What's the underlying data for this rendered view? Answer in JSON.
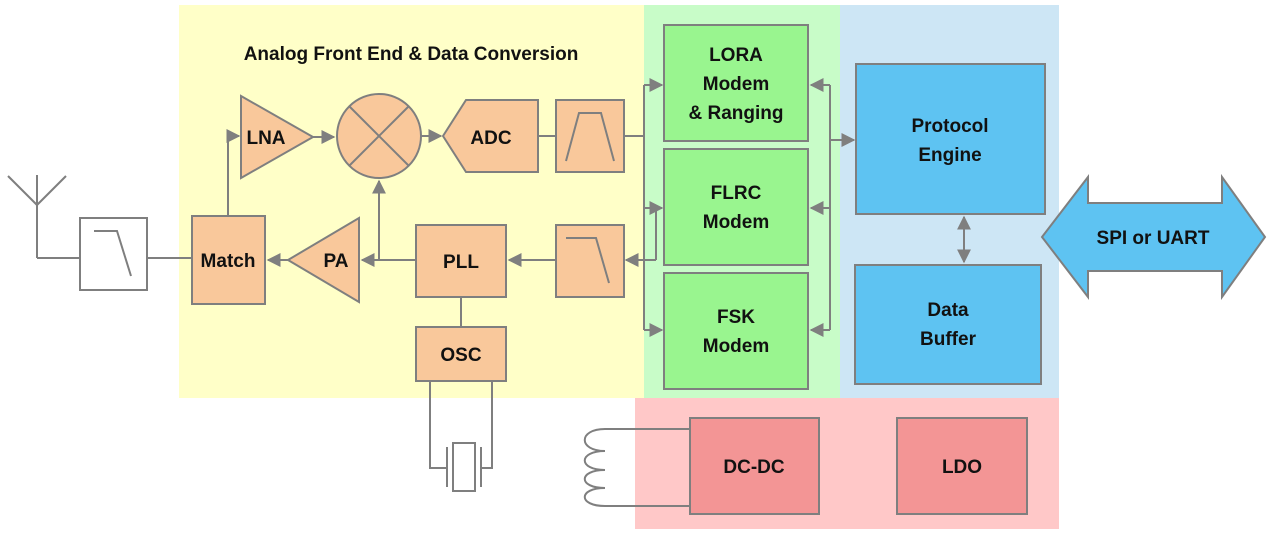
{
  "regions": {
    "analog_title": "Analog Front End & Data Conversion"
  },
  "blocks": {
    "lna": "LNA",
    "adc": "ADC",
    "match": "Match",
    "pa": "PA",
    "pll": "PLL",
    "osc": "OSC",
    "lora": [
      "LORA",
      "Modem",
      "& Ranging"
    ],
    "flrc": [
      "FLRC",
      "Modem"
    ],
    "fsk": [
      "FSK",
      "Modem"
    ],
    "protocol": [
      "Protocol",
      "Engine"
    ],
    "buffer": [
      "Data",
      "Buffer"
    ],
    "interface": "SPI or UART",
    "dcdc": "DC-DC",
    "ldo": "LDO"
  },
  "colors": {
    "analog_region": "#ffffc8",
    "modem_region": "#c8fcc8",
    "digital_region": "#cde6f5",
    "power_region": "#ffc8c8",
    "analog_block": "#f9c89b",
    "modem_block": "#99f58f",
    "digital_block": "#5ec3f2",
    "power_block": "#f39595",
    "wire": "#7f7f7f"
  }
}
